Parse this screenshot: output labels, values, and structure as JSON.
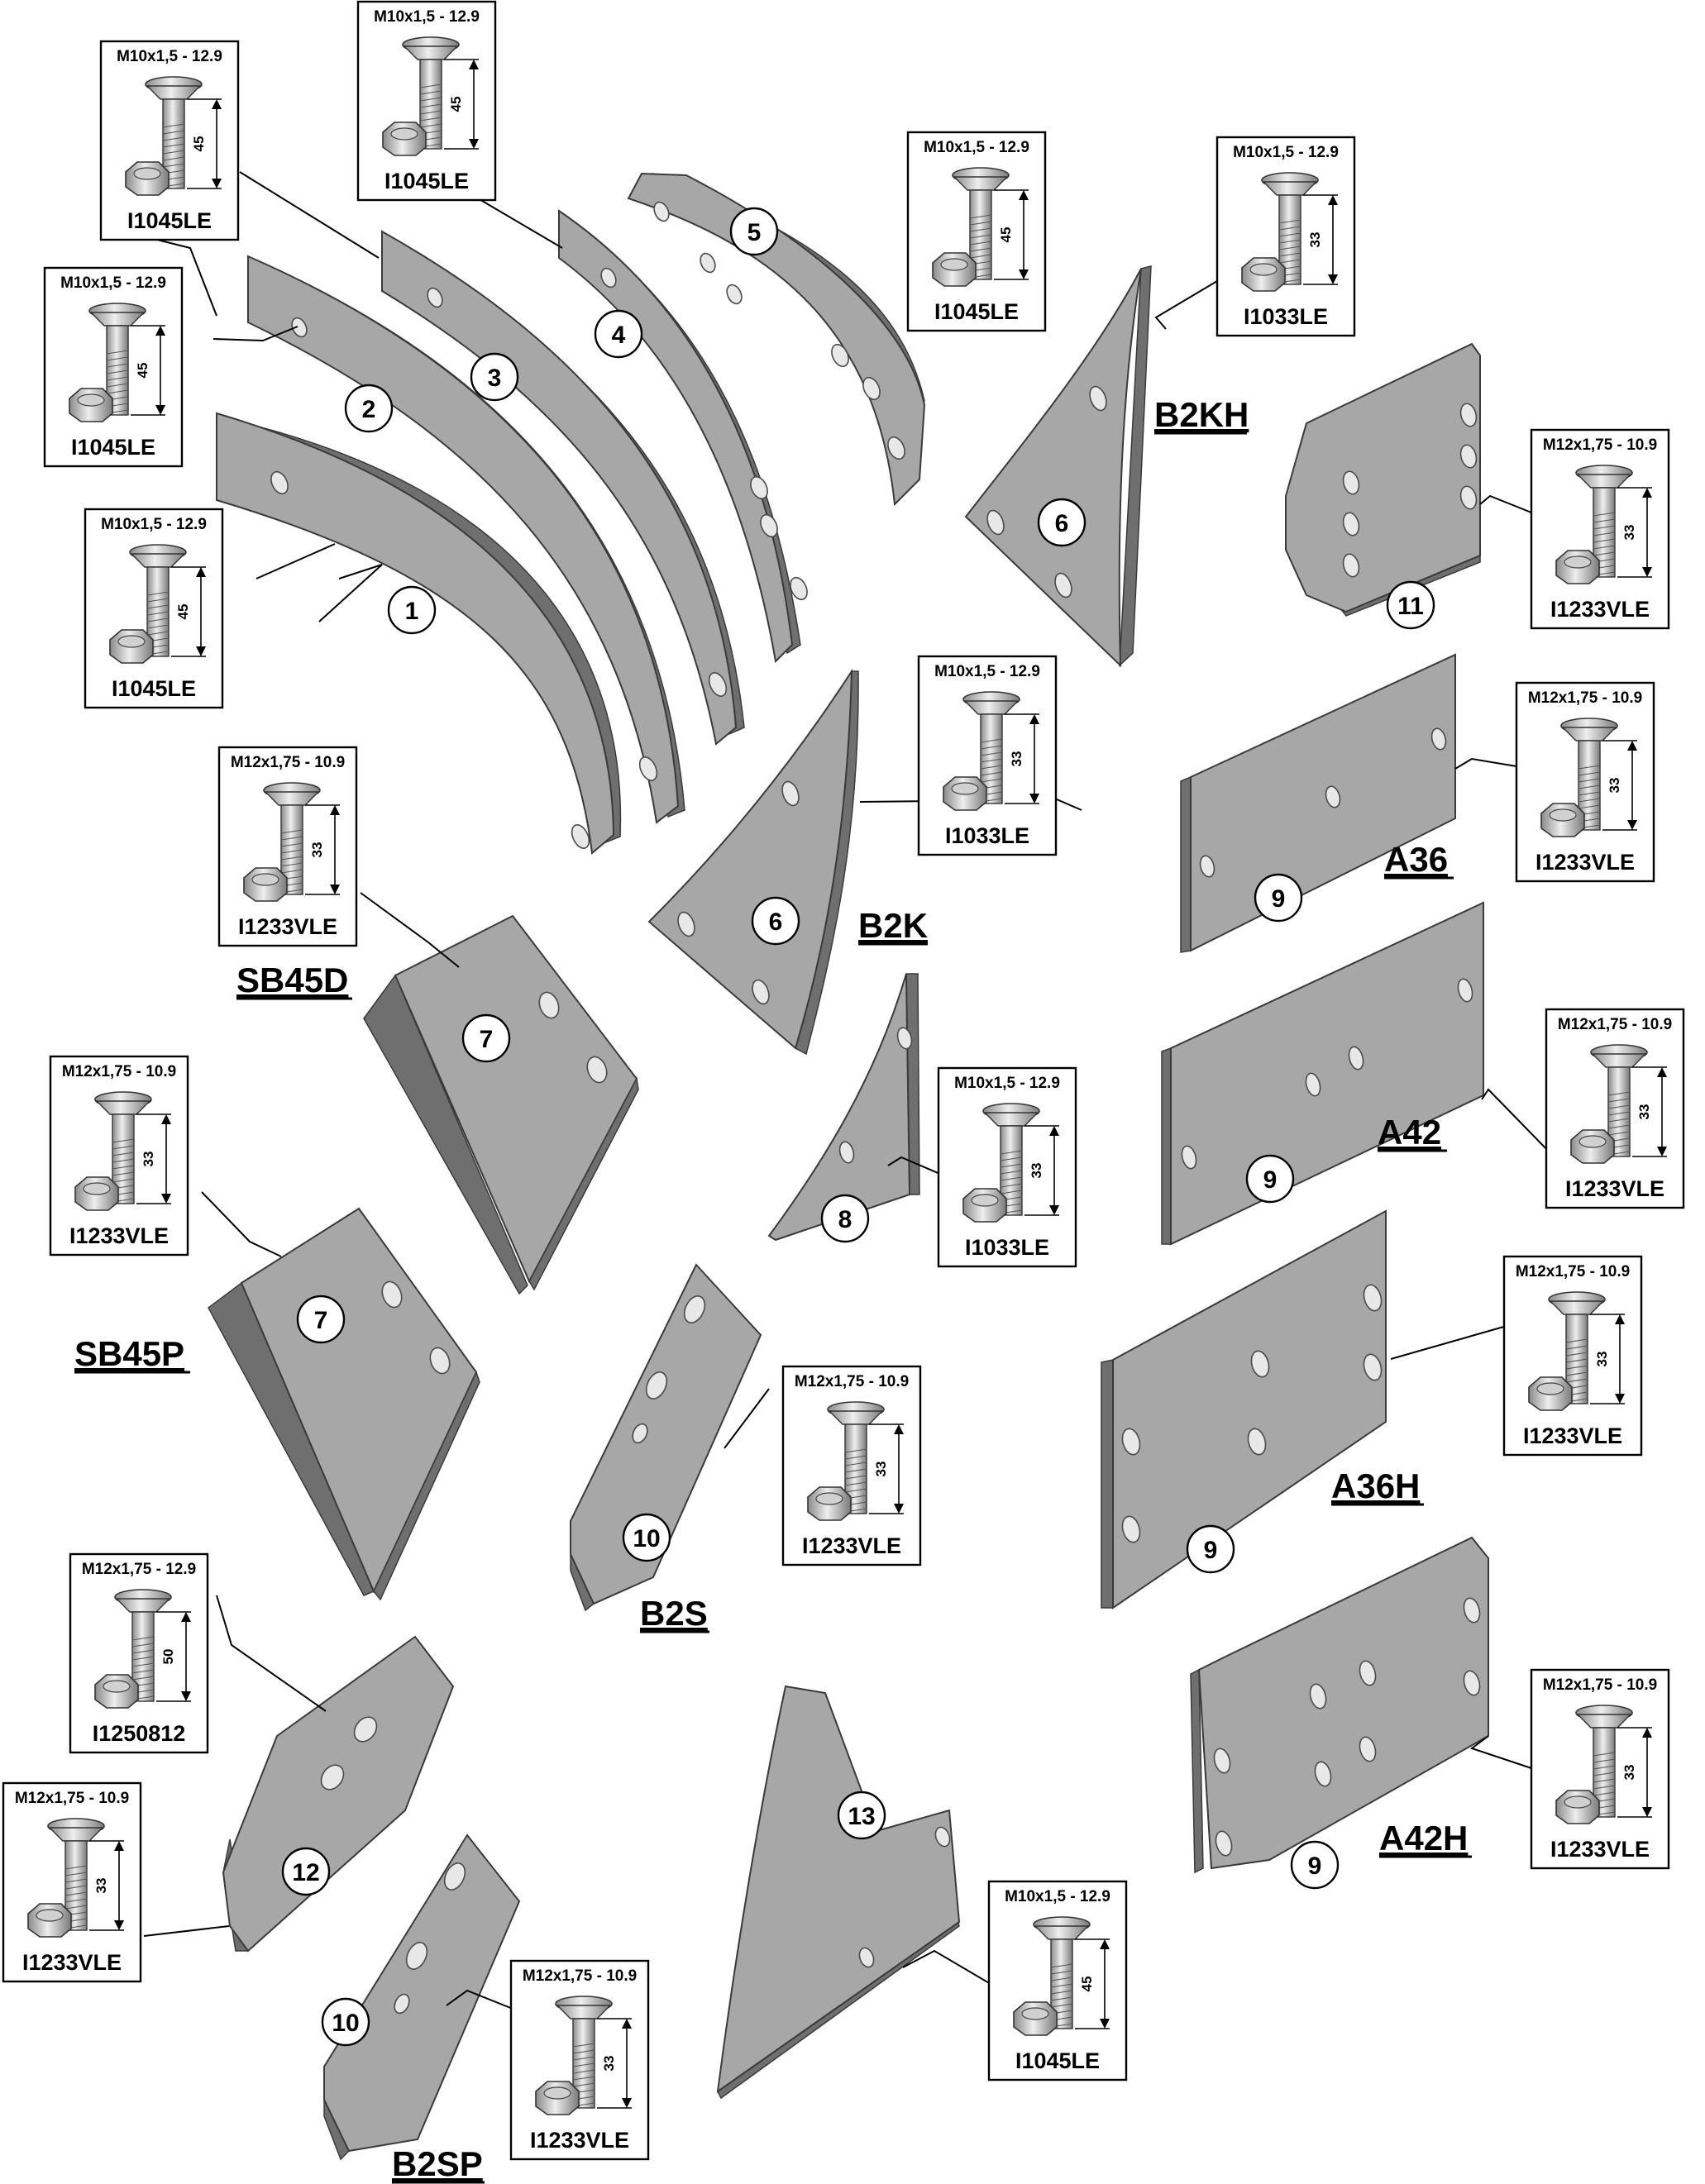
{
  "parts": [
    {
      "id": "p1",
      "number": "1",
      "label": ""
    },
    {
      "id": "p2",
      "number": "2",
      "label": ""
    },
    {
      "id": "p3",
      "number": "3",
      "label": ""
    },
    {
      "id": "p4",
      "number": "4",
      "label": ""
    },
    {
      "id": "p5",
      "number": "5",
      "label": ""
    },
    {
      "id": "p6a",
      "number": "6",
      "label": "B2KH"
    },
    {
      "id": "p6b",
      "number": "6",
      "label": "B2K"
    },
    {
      "id": "p7a",
      "number": "7",
      "label": "SB45D"
    },
    {
      "id": "p7b",
      "number": "7",
      "label": "SB45P"
    },
    {
      "id": "p8",
      "number": "8",
      "label": ""
    },
    {
      "id": "p9a",
      "number": "9",
      "label": "A36"
    },
    {
      "id": "p9b",
      "number": "9",
      "label": "A42"
    },
    {
      "id": "p9c",
      "number": "9",
      "label": "A36H"
    },
    {
      "id": "p9d",
      "number": "9",
      "label": "A42H"
    },
    {
      "id": "p10a",
      "number": "10",
      "label": "B2S"
    },
    {
      "id": "p10b",
      "number": "10",
      "label": "B2SP"
    },
    {
      "id": "p11",
      "number": "11",
      "label": ""
    },
    {
      "id": "p12",
      "number": "12",
      "label": ""
    },
    {
      "id": "p13",
      "number": "13",
      "label": ""
    }
  ],
  "callouts": [
    {
      "id": "c_p2",
      "spec": "M10x1,5 - 12.9",
      "length": "45",
      "code": "I1045LE"
    },
    {
      "id": "c_p3",
      "spec": "M10x1,5 - 12.9",
      "length": "45",
      "code": "I1045LE"
    },
    {
      "id": "c_p4",
      "spec": "M10x1,5 - 12.9",
      "length": "45",
      "code": "I1045LE"
    },
    {
      "id": "c_p1",
      "spec": "M10x1,5 - 12.9",
      "length": "45",
      "code": "I1045LE"
    },
    {
      "id": "c_p5",
      "spec": "M10x1,5 - 12.9",
      "length": "45",
      "code": "I1045LE"
    },
    {
      "id": "c_p6a",
      "spec": "M10x1,5 - 12.9",
      "length": "33",
      "code": "I1033LE"
    },
    {
      "id": "c_p11",
      "spec": "M12x1,75 - 10.9",
      "length": "33",
      "code": "I1233VLE"
    },
    {
      "id": "c_p6b",
      "spec": "M10x1,5 - 12.9",
      "length": "33",
      "code": "I1033LE"
    },
    {
      "id": "c_p7a",
      "spec": "M12x1,75 - 10.9",
      "length": "33",
      "code": "I1233VLE"
    },
    {
      "id": "c_p9a",
      "spec": "M12x1,75 - 10.9",
      "length": "33",
      "code": "I1233VLE"
    },
    {
      "id": "c_p8",
      "spec": "M10x1,5 - 12.9",
      "length": "33",
      "code": "I1033LE"
    },
    {
      "id": "c_p9b",
      "spec": "M12x1,75 - 10.9",
      "length": "33",
      "code": "I1233VLE"
    },
    {
      "id": "c_p7b",
      "spec": "M12x1,75 - 10.9",
      "length": "33",
      "code": "I1233VLE"
    },
    {
      "id": "c_p9c",
      "spec": "M12x1,75 - 10.9",
      "length": "33",
      "code": "I1233VLE"
    },
    {
      "id": "c_p10a",
      "spec": "M12x1,75 - 10.9",
      "length": "33",
      "code": "I1233VLE"
    },
    {
      "id": "c_p12a",
      "spec": "M12x1,75 - 12.9",
      "length": "50",
      "code": "I1250812"
    },
    {
      "id": "c_p9d",
      "spec": "M12x1,75 - 10.9",
      "length": "33",
      "code": "I1233VLE"
    },
    {
      "id": "c_p12b",
      "spec": "M12x1,75 - 10.9",
      "length": "33",
      "code": "I1233VLE"
    },
    {
      "id": "c_p13",
      "spec": "M10x1,5 - 12.9",
      "length": "45",
      "code": "I1045LE"
    },
    {
      "id": "c_p10b",
      "spec": "M12x1,75 - 10.9",
      "length": "33",
      "code": "I1233VLE"
    }
  ]
}
